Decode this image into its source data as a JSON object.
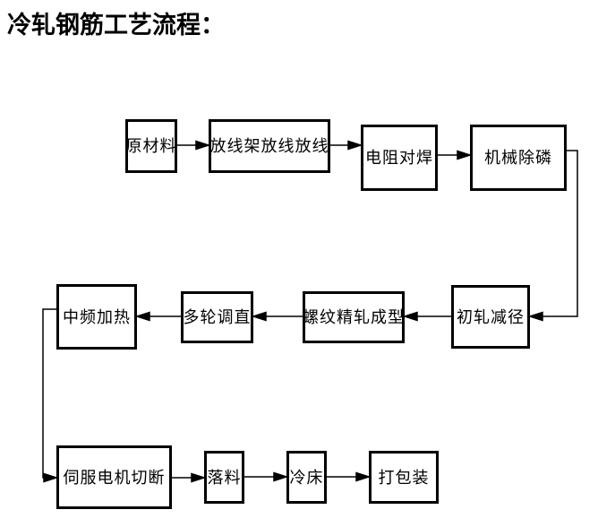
{
  "title": "冷轧钢筋工艺流程：",
  "diagram": {
    "type": "flowchart",
    "nodes": [
      {
        "id": "raw-material",
        "label": "原材料"
      },
      {
        "id": "payoff-stand",
        "label": "放线架放线放线"
      },
      {
        "id": "resistance-butt-welding",
        "label": "电阻对焊"
      },
      {
        "id": "mechanical-descaling",
        "label": "机械除磷"
      },
      {
        "id": "initial-rolling-reduction",
        "label": "初轧减径"
      },
      {
        "id": "thread-precision-rolling",
        "label": "螺纹精轧成型"
      },
      {
        "id": "multi-roll-straightening",
        "label": "多轮调直"
      },
      {
        "id": "medium-frequency-heating",
        "label": "中频加热"
      },
      {
        "id": "servo-motor-cutting",
        "label": "伺服电机切断"
      },
      {
        "id": "blanking",
        "label": "落料"
      },
      {
        "id": "cooling-bed",
        "label": "冷床"
      },
      {
        "id": "packing",
        "label": "打包装"
      }
    ],
    "edges": [
      {
        "from": "原材料",
        "to": "放线架放线放线"
      },
      {
        "from": "放线架放线放线",
        "to": "电阻对焊"
      },
      {
        "from": "电阻对焊",
        "to": "机械除磷"
      },
      {
        "from": "机械除磷",
        "to": "初轧减径"
      },
      {
        "from": "初轧减径",
        "to": "螺纹精轧成型"
      },
      {
        "from": "螺纹精轧成型",
        "to": "多轮调直"
      },
      {
        "from": "多轮调直",
        "to": "中频加热"
      },
      {
        "from": "中频加热",
        "to": "伺服电机切断"
      },
      {
        "from": "伺服电机切断",
        "to": "落料"
      },
      {
        "from": "落料",
        "to": "冷床"
      },
      {
        "from": "冷床",
        "to": "打包装"
      }
    ]
  },
  "colors": {
    "background": "#ffffff",
    "line": "#000000",
    "text": "#000000"
  }
}
